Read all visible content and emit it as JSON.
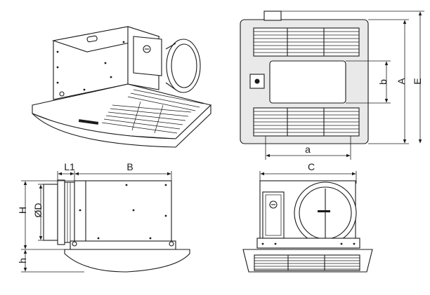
{
  "labels": {
    "a": "a",
    "b": "b",
    "A": "A",
    "E": "E",
    "L1": "L1",
    "B": "B",
    "C": "C",
    "H": "H",
    "D": "ØD",
    "h": "h"
  },
  "colors": {
    "line": "#1a1a1a",
    "panel": "#e9e9e9",
    "paper": "#ffffff"
  }
}
